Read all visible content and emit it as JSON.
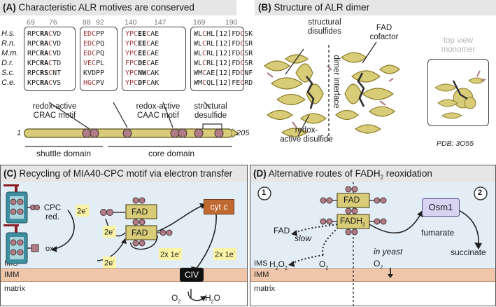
{
  "panelA": {
    "letter": "(A)",
    "title": "Characteristic ALR motives are conserved",
    "species": [
      "H.s.",
      "R.n.",
      "M.m.",
      "D.r.",
      "S.c.",
      "C.e."
    ],
    "boxes": [
      {
        "numbers": [
          "69",
          "76"
        ],
        "rows": [
          [
            [
              "RPC",
              ""
            ],
            [
              "RA",
              "b"
            ],
            [
              "C",
              "r"
            ],
            [
              "VD",
              ""
            ]
          ],
          [
            [
              "RPC",
              ""
            ],
            [
              "RA",
              "b"
            ],
            [
              "C",
              "r"
            ],
            [
              "VD",
              ""
            ]
          ],
          [
            [
              "RPC",
              ""
            ],
            [
              "RA",
              "b"
            ],
            [
              "C",
              "r"
            ],
            [
              "VD",
              ""
            ]
          ],
          [
            [
              "KPC",
              ""
            ],
            [
              "RA",
              "b"
            ],
            [
              "C",
              "r"
            ],
            [
              "TD",
              ""
            ]
          ],
          [
            [
              "RPC",
              ""
            ],
            [
              "RS",
              "b"
            ],
            [
              "C",
              "r"
            ],
            [
              "NT",
              ""
            ]
          ],
          [
            [
              "KPC",
              ""
            ],
            [
              "RA",
              "b"
            ],
            [
              "C",
              "r"
            ],
            [
              "VS",
              ""
            ]
          ]
        ]
      },
      {
        "numbers": [
          "88",
          "92"
        ],
        "rows": [
          [
            [
              "EDC",
              "r"
            ],
            [
              "PP",
              ""
            ]
          ],
          [
            [
              "EDC",
              "r"
            ],
            [
              "PQ",
              ""
            ]
          ],
          [
            [
              "EDC",
              "r"
            ],
            [
              "PQ",
              ""
            ]
          ],
          [
            [
              "VEC",
              "r"
            ],
            [
              "PL",
              ""
            ]
          ],
          [
            [
              "KVDPP",
              ""
            ]
          ],
          [
            [
              "HGC",
              "r"
            ],
            [
              "PV",
              ""
            ]
          ]
        ]
      },
      {
        "numbers": [
          "140",
          "147"
        ],
        "rows": [
          [
            [
              "YPC",
              "r"
            ],
            [
              "EE",
              "b"
            ],
            [
              "C",
              "r"
            ],
            [
              "AE",
              ""
            ]
          ],
          [
            [
              "YPC",
              "r"
            ],
            [
              "EE",
              "b"
            ],
            [
              "C",
              "r"
            ],
            [
              "AE",
              ""
            ]
          ],
          [
            [
              "YPC",
              "r"
            ],
            [
              "EE",
              "b"
            ],
            [
              "C",
              "r"
            ],
            [
              "AE",
              ""
            ]
          ],
          [
            [
              "FPC",
              "r"
            ],
            [
              "DE",
              "b"
            ],
            [
              "C",
              "r"
            ],
            [
              "AE",
              ""
            ]
          ],
          [
            [
              "YPC",
              "r"
            ],
            [
              "NW",
              "b"
            ],
            [
              "C",
              "r"
            ],
            [
              "AK",
              ""
            ]
          ],
          [
            [
              "YPC",
              "r"
            ],
            [
              "DF",
              "b"
            ],
            [
              "C",
              "r"
            ],
            [
              "AK",
              ""
            ]
          ]
        ]
      },
      {
        "numbers": [
          "169",
          "190"
        ],
        "rows": [
          [
            [
              "WL",
              ""
            ],
            [
              "C",
              "r"
            ],
            [
              "HL[12]FD",
              ""
            ],
            [
              "C",
              "r"
            ],
            [
              "SK",
              ""
            ]
          ],
          [
            [
              "WL",
              ""
            ],
            [
              "C",
              "r"
            ],
            [
              "RL[12]FD",
              ""
            ],
            [
              "C",
              "r"
            ],
            [
              "SR",
              ""
            ]
          ],
          [
            [
              "WL",
              ""
            ],
            [
              "C",
              "r"
            ],
            [
              "RL[12]FD",
              ""
            ],
            [
              "C",
              "r"
            ],
            [
              "SR",
              ""
            ]
          ],
          [
            [
              "WL",
              ""
            ],
            [
              "C",
              "r"
            ],
            [
              "RL[12]FD",
              ""
            ],
            [
              "C",
              "r"
            ],
            [
              "SR",
              ""
            ]
          ],
          [
            [
              "WM",
              ""
            ],
            [
              "C",
              "r"
            ],
            [
              "AE[12]FD",
              ""
            ],
            [
              "C",
              "r"
            ],
            [
              "NF",
              ""
            ]
          ],
          [
            [
              "WM",
              ""
            ],
            [
              "C",
              "r"
            ],
            [
              "QL[12]FE",
              ""
            ],
            [
              "C",
              "r"
            ],
            [
              "RD",
              ""
            ]
          ]
        ]
      }
    ],
    "annotations": {
      "crac": "redox-active\nCRAC motif",
      "caac": "redox-active\nCAAC motif",
      "structural": "structural\ndesulfide",
      "start": "1",
      "end": "205",
      "shuttle": "shuttle domain",
      "core": "core domain"
    }
  },
  "panelB": {
    "letter": "(B)",
    "title": "Structure of ALR dimer",
    "labels": {
      "structural": "structural\ndisulfides",
      "fad": "FAD\ncofactor",
      "interface": "dimer interface",
      "redox": "redox-\nactive disulfide",
      "top": "top view\nmonomer",
      "pdb": "PDB: 3O55"
    }
  },
  "panelC": {
    "letter": "(C)",
    "title": "Recycling of MIA40-CPC motif via electron transfer",
    "labels": {
      "cpc": "CPC\nred.",
      "ox": "ox.",
      "e1": "2e",
      "e2": "2e",
      "e3": "2e",
      "fad1": "FAD",
      "fad2": "FAD",
      "x1": "2x 1e",
      "x2": "2x 1e",
      "cyt": "cyt",
      "cyt_c": "c",
      "civ": "CIV",
      "o2": "O",
      "h2o": "H",
      "h2o_tail": "O",
      "ims": "IMS",
      "imm": "IMM",
      "matrix": "matrix"
    }
  },
  "panelD": {
    "letter": "(D)",
    "title_main": "Alternative routes of FADH",
    "title_sub": "2",
    "title_tail": " reoxidation",
    "labels": {
      "n1": "1",
      "n2": "2",
      "fad_top": "FAD",
      "fadh": "FADH",
      "fad_left": "FAD",
      "slow": "slow",
      "h2o2": "H",
      "o2": "O",
      "yeast": "in yeast",
      "o2b": "O",
      "osm1": "Osm1",
      "fumarate": "fumarate",
      "succinate": "succinate",
      "ims": "IMS",
      "imm": "IMM",
      "matrix": "matrix"
    }
  },
  "colors": {
    "gold": "#d8cc78",
    "goldDark": "#8c7d2a",
    "mauve": "#b07d86",
    "teal": "#3d8fa0",
    "imm": "#efc6aa",
    "ims": "#e2edf6",
    "osm1": "#d9d3f2",
    "cyt": "#c06a32"
  }
}
